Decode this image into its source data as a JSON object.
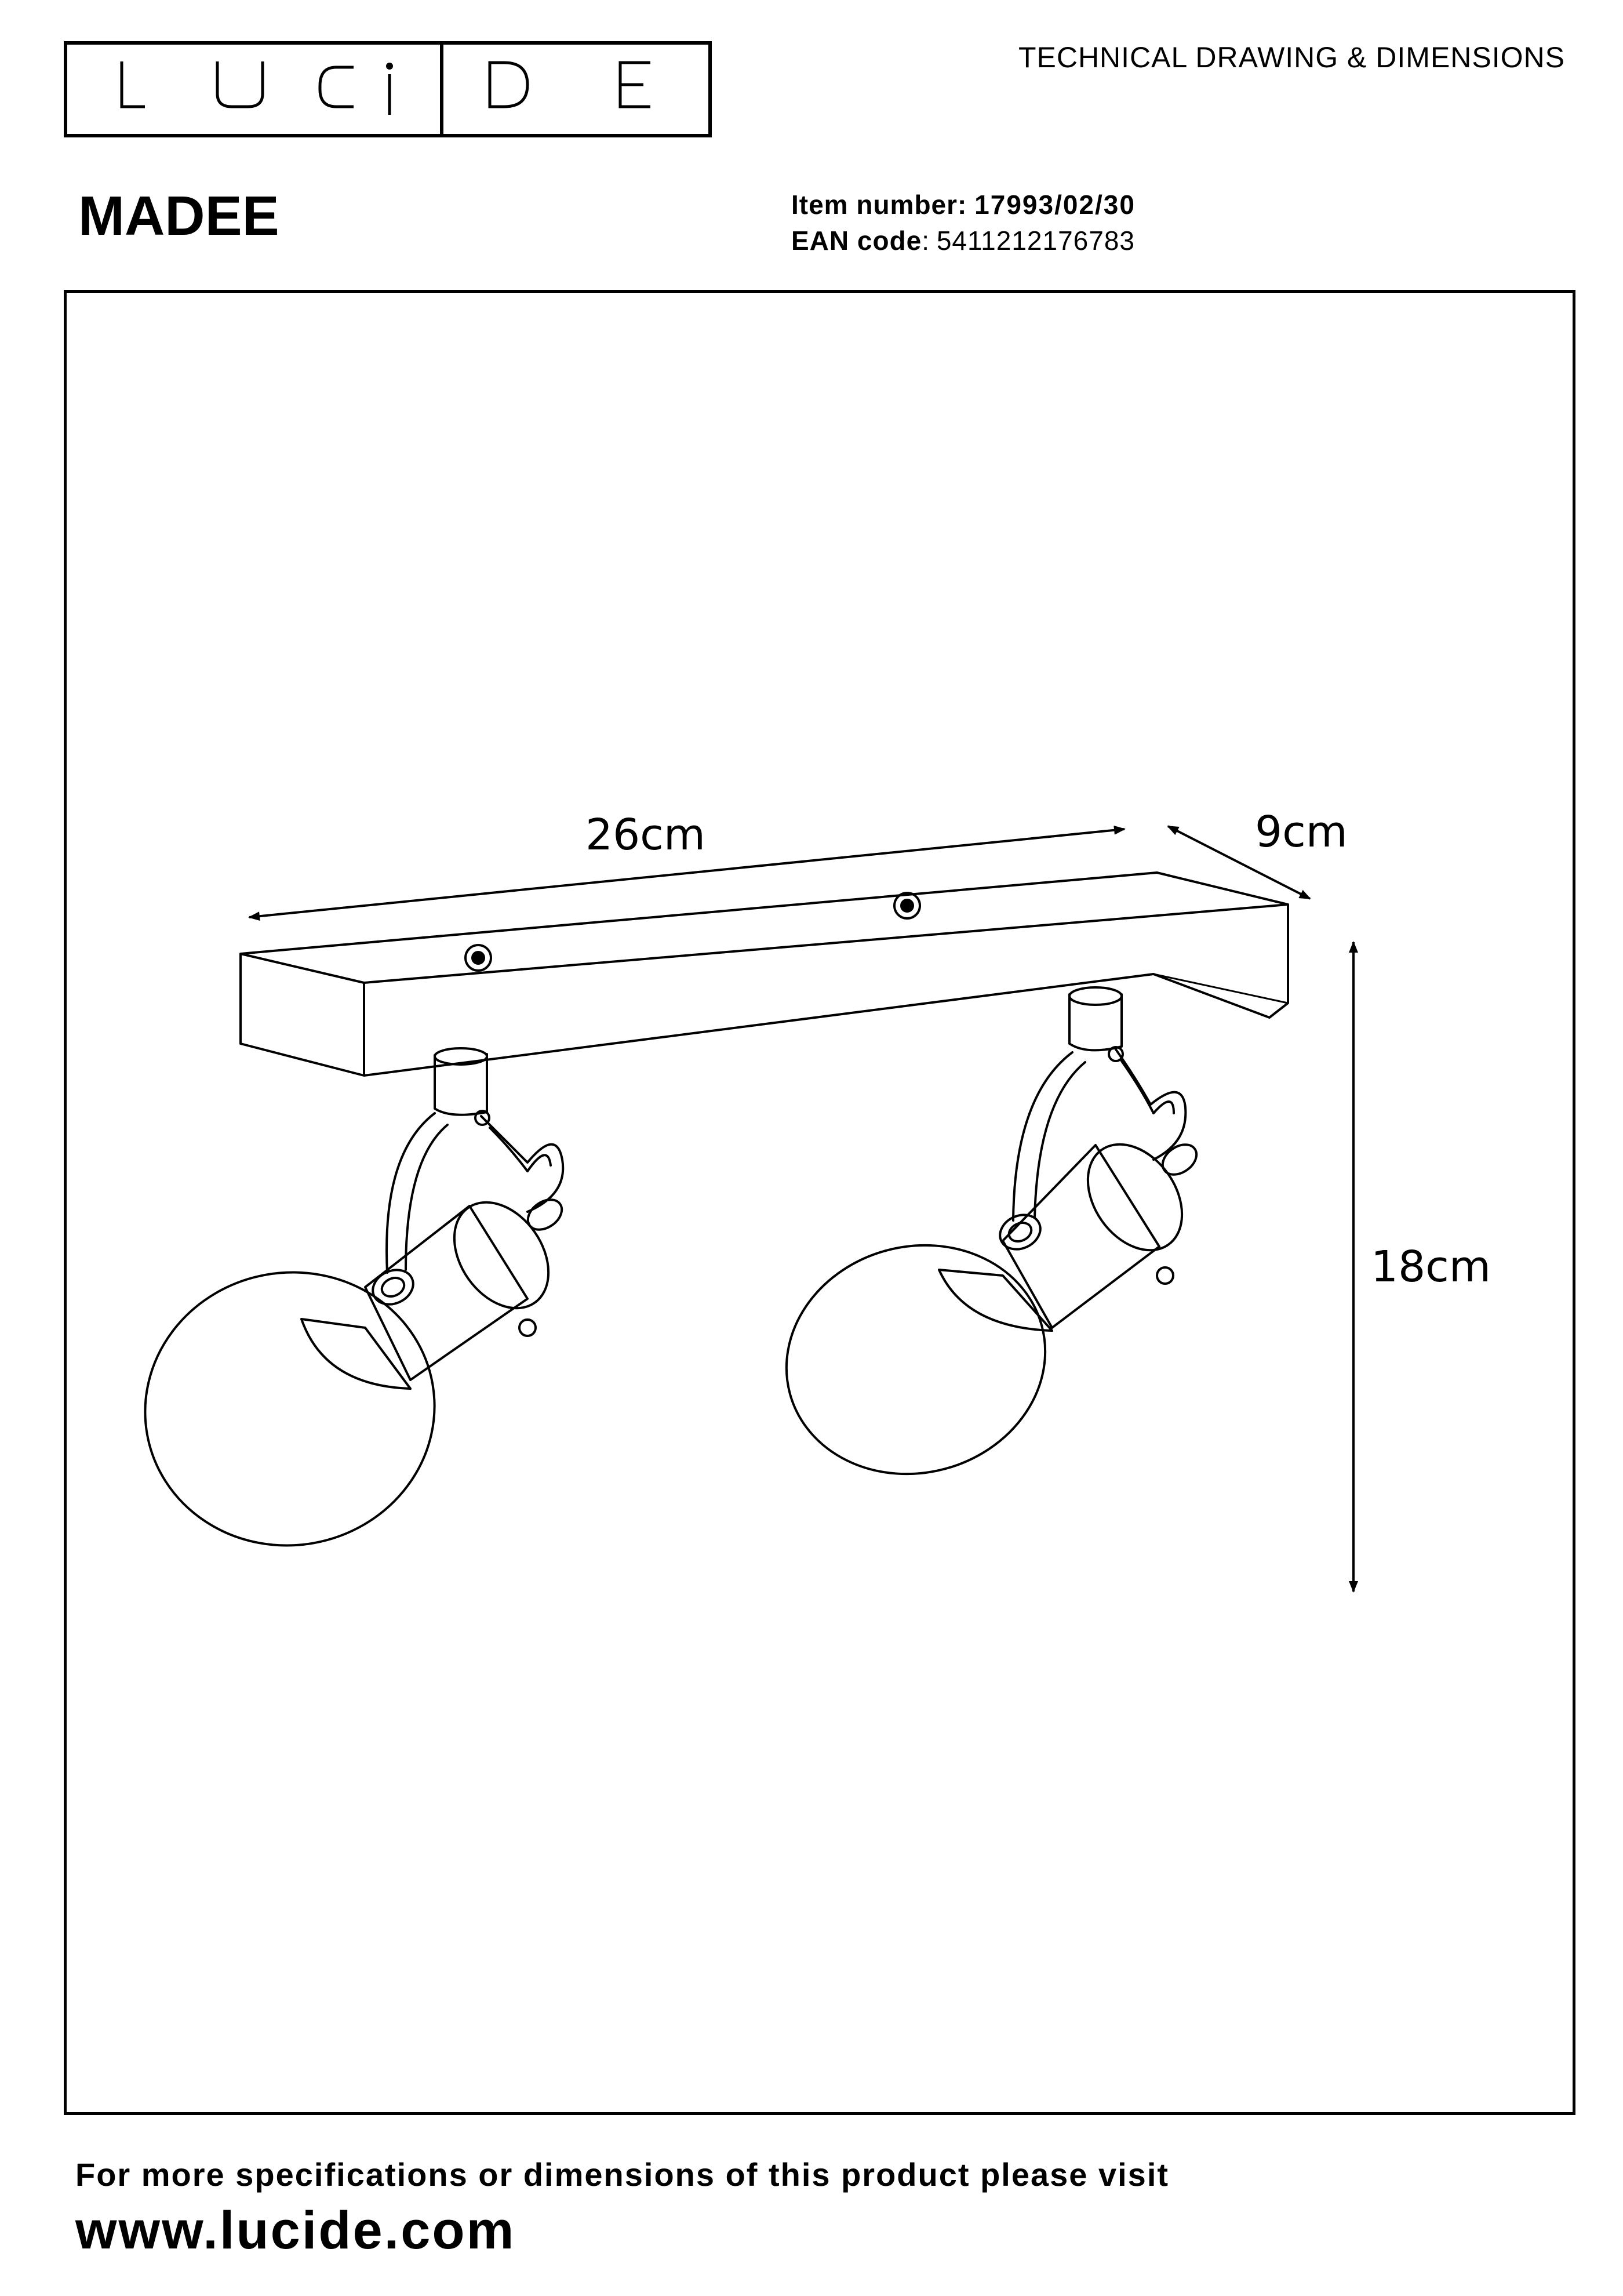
{
  "brand": {
    "logo_letters": [
      "L",
      "U",
      "C",
      "I",
      "D",
      "E"
    ]
  },
  "header": {
    "document_type": "TECHNICAL DRAWING & DIMENSIONS"
  },
  "product": {
    "name": "MADEE",
    "item_number_label": "Item number:",
    "item_number": "17993/02/30",
    "ean_label": "EAN code",
    "ean_separator": ":",
    "ean": "5411212176783"
  },
  "dimensions": {
    "length": "26cm",
    "depth": "9cm",
    "height": "18cm"
  },
  "footer": {
    "text": "For more specifications or dimensions of this product please visit",
    "url": "www.lucide.com"
  }
}
